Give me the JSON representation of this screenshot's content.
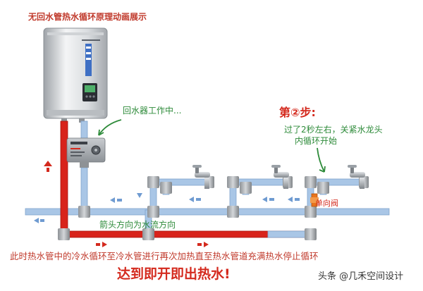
{
  "title": "无回水管热水循环原理动画展示",
  "labels": {
    "pump_working": "回水器工作中...",
    "step2_heading": "第②步:",
    "step2_line1": "过了2秒左右，关紧水龙头",
    "step2_line2": "内循环开始",
    "check_valve": "单向阀",
    "arrow_direction": "箭头方向为水流方向",
    "bottom_line1": "此时热水管中的冷水循环至冷水管进行再次加热直至热水管道充满热水停止循环",
    "bottom_line2": "达到即开即出热水!"
  },
  "watermark": "头条 @几禾空间设计",
  "colors": {
    "hot_pipe": "#d8231b",
    "cold_pipe": "#a9c6e6",
    "title_text": "#c0392b",
    "highlight_text": "#d42a1e",
    "note_text": "#2e8b3a",
    "valve_body": "#e8741c"
  }
}
